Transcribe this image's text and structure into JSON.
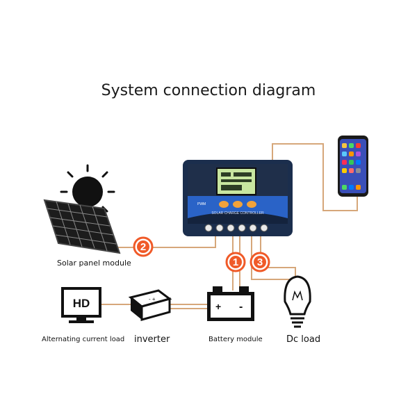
{
  "title": "System connection diagram",
  "controller": {
    "brand": "PWM",
    "product_line": "SOLAR CHARGE CONTROLLER"
  },
  "labels": {
    "solar": "Solar panel module",
    "ac_load": "Alternating current load",
    "inverter": "inverter",
    "battery": "Battery module",
    "dc_load": "Dc load",
    "tv_screen": "HD"
  },
  "steps": [
    {
      "number": "1",
      "target": "battery"
    },
    {
      "number": "2",
      "target": "solar"
    },
    {
      "number": "3",
      "target": "dc_load"
    }
  ],
  "colors": {
    "wire": "#d6a77a",
    "badge": "#f05a28",
    "controller_body": "#1b2e4d",
    "controller_panel": "#2a63c7",
    "lcd": "#c8e6a0"
  },
  "icons": [
    "solar-panel-icon",
    "sun-icon",
    "phone-icon",
    "tv-icon",
    "inverter-icon",
    "battery-icon",
    "bulb-icon"
  ]
}
